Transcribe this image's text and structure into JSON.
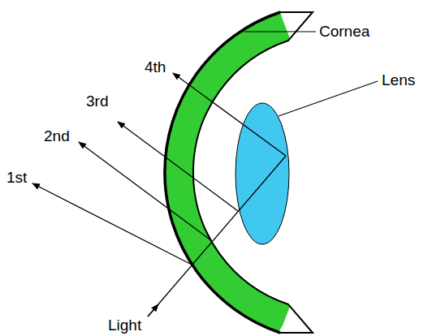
{
  "diagram": {
    "labels": [
      "4th",
      "3rd",
      "2nd",
      "1st",
      "Cornea",
      "Lens",
      "Light"
    ]
  }
}
